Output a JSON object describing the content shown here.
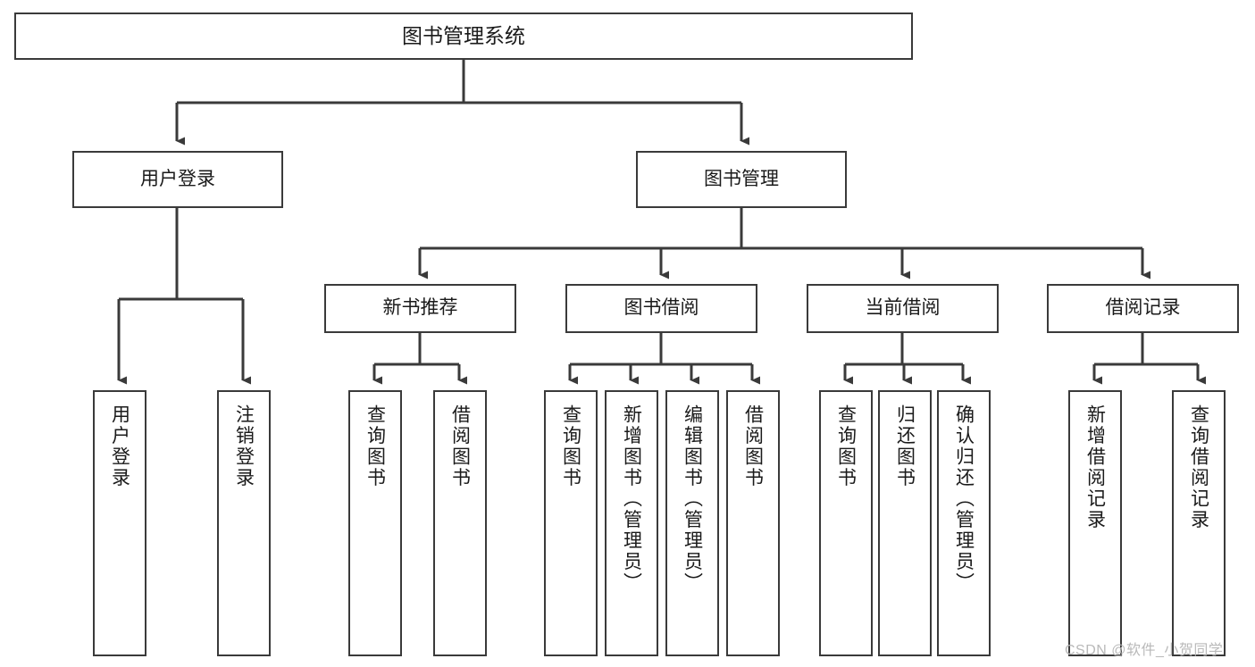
{
  "diagram": {
    "title": "图书管理系统",
    "type": "hierarchy-tree",
    "root": {
      "id": "root",
      "label": "图书管理系统"
    },
    "level1": [
      {
        "id": "user-login",
        "label": "用户登录"
      },
      {
        "id": "book-management",
        "label": "图书管理"
      }
    ],
    "level2": [
      {
        "id": "new-book-recommend",
        "label": "新书推荐"
      },
      {
        "id": "book-borrow",
        "label": "图书借阅"
      },
      {
        "id": "current-borrow",
        "label": "当前借阅"
      },
      {
        "id": "borrow-record",
        "label": "借阅记录"
      }
    ],
    "leaves": [
      {
        "id": "leaf-user-login",
        "label": "用户登录",
        "parent": "user-login"
      },
      {
        "id": "leaf-logout",
        "label": "注销登录",
        "parent": "user-login"
      },
      {
        "id": "leaf-query-book-1",
        "label": "查询图书",
        "parent": "new-book-recommend"
      },
      {
        "id": "leaf-borrow-book-1",
        "label": "借阅图书",
        "parent": "new-book-recommend"
      },
      {
        "id": "leaf-query-book-2",
        "label": "查询图书",
        "parent": "book-borrow"
      },
      {
        "id": "leaf-add-book",
        "label": "新增图书（管理员）",
        "parent": "book-borrow"
      },
      {
        "id": "leaf-edit-book",
        "label": "编辑图书（管理员）",
        "parent": "book-borrow"
      },
      {
        "id": "leaf-borrow-book-2",
        "label": "借阅图书",
        "parent": "book-borrow"
      },
      {
        "id": "leaf-query-book-3",
        "label": "查询图书",
        "parent": "current-borrow"
      },
      {
        "id": "leaf-return-book",
        "label": "归还图书",
        "parent": "current-borrow"
      },
      {
        "id": "leaf-confirm-return",
        "label": "确认归还（管理员）",
        "parent": "current-borrow"
      },
      {
        "id": "leaf-add-record",
        "label": "新增借阅记录",
        "parent": "borrow-record"
      },
      {
        "id": "leaf-query-record",
        "label": "查询借阅记录",
        "parent": "borrow-record"
      }
    ],
    "colors": {
      "box_border": "#3a3a3a",
      "box_fill": "#ffffff",
      "connector": "#3a3a3a",
      "text": "#1a1a1a",
      "watermark": "#b9b9b9"
    }
  },
  "watermark": {
    "text": "CSDN @软件_小贺同学"
  }
}
